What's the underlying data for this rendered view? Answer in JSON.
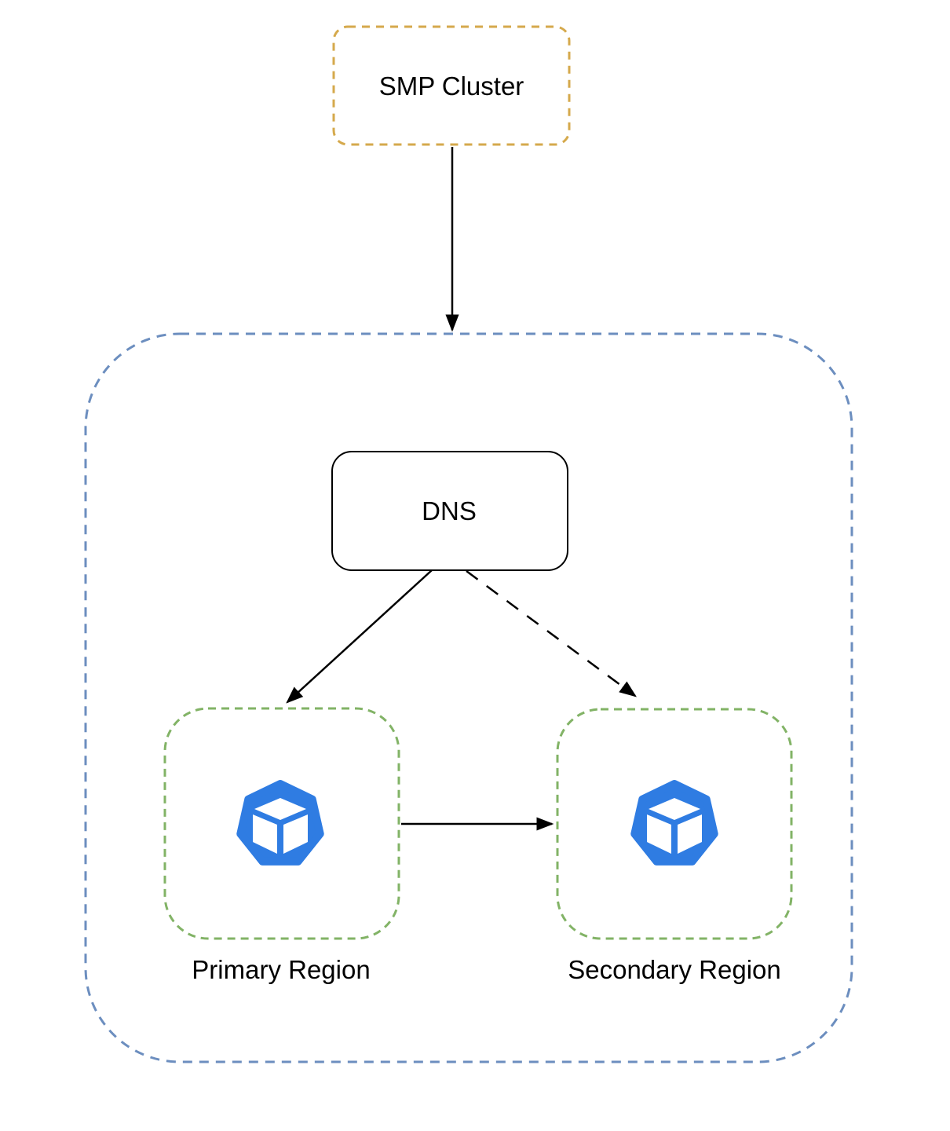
{
  "diagram": {
    "type": "architecture-diagram",
    "nodes": {
      "smp_cluster": {
        "label": "SMP Cluster",
        "shape": "dashed-rounded-rect"
      },
      "dns": {
        "label": "DNS",
        "shape": "solid-rounded-rect"
      },
      "primary_region": {
        "label": "Primary Region",
        "shape": "dashed-rounded-rect",
        "icon": "cube-heptagon-icon"
      },
      "secondary_region": {
        "label": "Secondary Region",
        "shape": "dashed-rounded-rect",
        "icon": "cube-heptagon-icon"
      },
      "container": {
        "label": "",
        "shape": "dashed-rounded-container"
      }
    },
    "edges": [
      {
        "from": "SMP Cluster",
        "to": "container",
        "style": "solid",
        "arrow": "filled"
      },
      {
        "from": "DNS",
        "to": "Primary Region",
        "style": "solid",
        "arrow": "filled"
      },
      {
        "from": "DNS",
        "to": "Secondary Region",
        "style": "dashed",
        "arrow": "filled"
      },
      {
        "from": "Primary Region",
        "to": "Secondary Region",
        "style": "solid",
        "arrow": "filled"
      }
    ],
    "colors": {
      "cluster_border": "#D5A94C",
      "container_border": "#6C8EBF",
      "region_border": "#82B366",
      "node_border": "#000000",
      "arrow": "#000000",
      "icon_blue": "#2F7CE2",
      "icon_cube": "#FFFFFF",
      "text": "#000000",
      "background": "#FFFFFF"
    }
  }
}
